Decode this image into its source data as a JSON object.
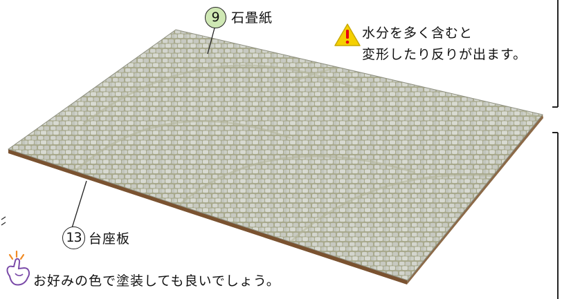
{
  "parts": [
    {
      "number": "9",
      "name": "石畳紙"
    },
    {
      "number": "13",
      "name": "台座板"
    }
  ],
  "warning": {
    "icon": "warning-triangle-icon",
    "line1": "水分を多く含むと",
    "line2": "変形したり反りが出ます。"
  },
  "tip": {
    "icon": "pointing-hand-icon",
    "text": "お好みの色で塗装しても良いでしょう。"
  },
  "colors": {
    "paper_base": "#c9cbc3",
    "paper_grout": "#a9a98e",
    "board_edge": "#7a5230",
    "warning_yellow": "#f5d000",
    "warning_red": "#e60012",
    "part9_circle": "#cfe8b4",
    "tip_purple": "#7a4aa8",
    "tip_orange": "#f08a24"
  }
}
